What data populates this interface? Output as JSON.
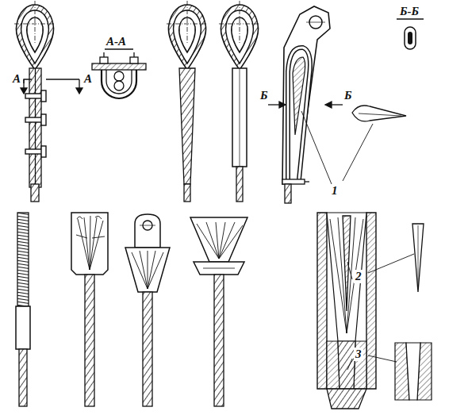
{
  "diagram": {
    "labels": [
      "А",
      "А",
      "А-А",
      "Б",
      "Б",
      "Б-Б",
      "1",
      "2",
      "3"
    ]
  }
}
